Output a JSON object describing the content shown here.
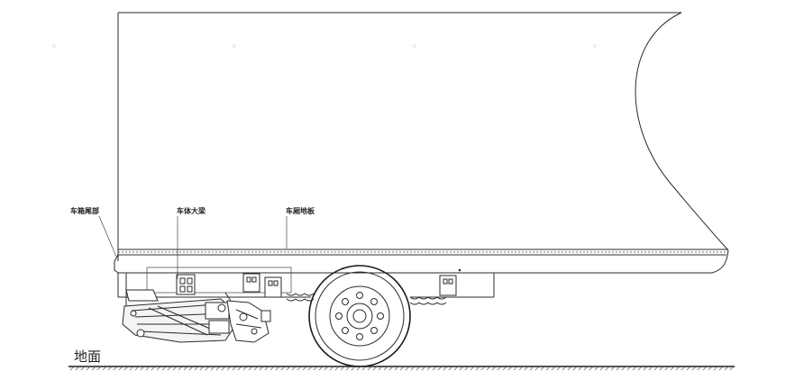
{
  "labels": {
    "rear_end": "车箱尾部",
    "body_beam": "车体大梁",
    "floor": "车厢地板",
    "ground": "地面"
  },
  "colors": {
    "line": "#2a2a2a",
    "background": "#ffffff"
  }
}
